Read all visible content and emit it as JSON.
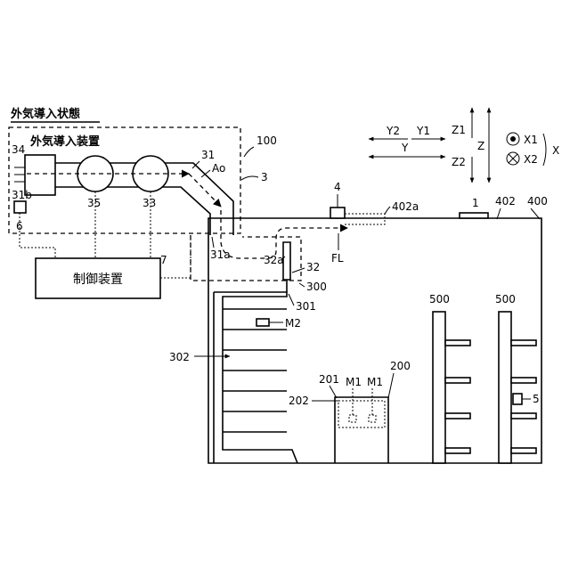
{
  "title_state": "外気導入状態",
  "device_name": "外気導入装置",
  "controller_label": "制御装置",
  "refs": {
    "r100": "100",
    "r3": "3",
    "r31": "31",
    "r31a": "31a",
    "r31b": "31b",
    "r32": "32",
    "r32a": "32a",
    "r33": "33",
    "r34": "34",
    "r35": "35",
    "r6": "6",
    "r7": "7",
    "r4": "4",
    "r402a": "402a",
    "r1": "1",
    "r402": "402",
    "r400": "400",
    "r300": "300",
    "r301": "301",
    "r302": "302",
    "rM2": "M2",
    "r500a": "500",
    "r500b": "500",
    "r5": "5",
    "r200": "200",
    "r201": "201",
    "r202": "202",
    "rM1a": "M1",
    "rM1b": "M1",
    "rAo": "Ao",
    "rFL": "FL"
  },
  "axes": {
    "y2": "Y2",
    "y1": "Y1",
    "y": "Y",
    "z1": "Z1",
    "z2": "Z2",
    "z": "Z",
    "x1": "X1",
    "x2": "X2",
    "x": "X"
  }
}
